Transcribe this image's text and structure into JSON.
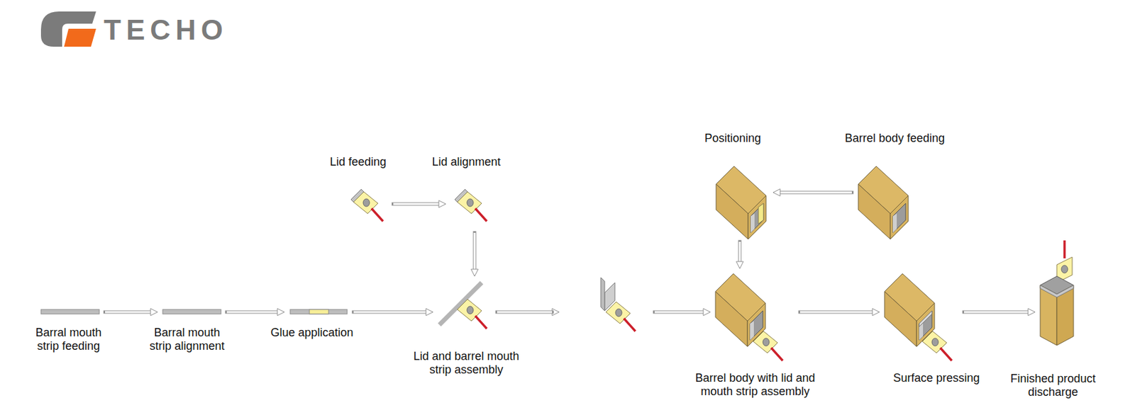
{
  "diagram": {
    "nodes": [
      {
        "text": [
          "Barral mouth strip feeding"
        ]
      },
      {
        "text": [
          "Barral mouth strip alignment"
        ]
      },
      {
        "text": [
          "Glue application"
        ]
      },
      {
        "text": [
          "Lid feeding"
        ]
      },
      {
        "text": [
          "Lid alignment"
        ]
      },
      {
        "text": [
          "Lid and barrel mouth strip assembly"
        ]
      },
      {
        "text": [
          "Barrel body feeding"
        ]
      },
      {
        "text": [
          "Positioning"
        ]
      },
      {
        "text": [
          "Barrel body with lid and mouth strip assembly"
        ]
      },
      {
        "text": [
          "Surface pressing"
        ]
      },
      {
        "text": [
          "Finished product discharge"
        ]
      }
    ],
    "edges": [
      {
        "from": 0,
        "to": 1,
        "arrow": "to"
      },
      {
        "from": 1,
        "to": 2,
        "arrow": "to"
      },
      {
        "from": 2,
        "to": 5,
        "arrow": "to"
      },
      {
        "from": 3,
        "to": 4,
        "arrow": "to"
      },
      {
        "from": 4,
        "to": 5,
        "arrow": "to"
      },
      {
        "from": 5,
        "to": 8,
        "arrow": "to"
      },
      {
        "from": 6,
        "to": 7,
        "arrow": "to"
      },
      {
        "from": 7,
        "to": 8,
        "arrow": "to"
      },
      {
        "from": 8,
        "to": 9,
        "arrow": "to"
      },
      {
        "from": 9,
        "to": 10,
        "arrow": "to"
      }
    ],
    "labels": [
      "TECHO"
    ]
  }
}
